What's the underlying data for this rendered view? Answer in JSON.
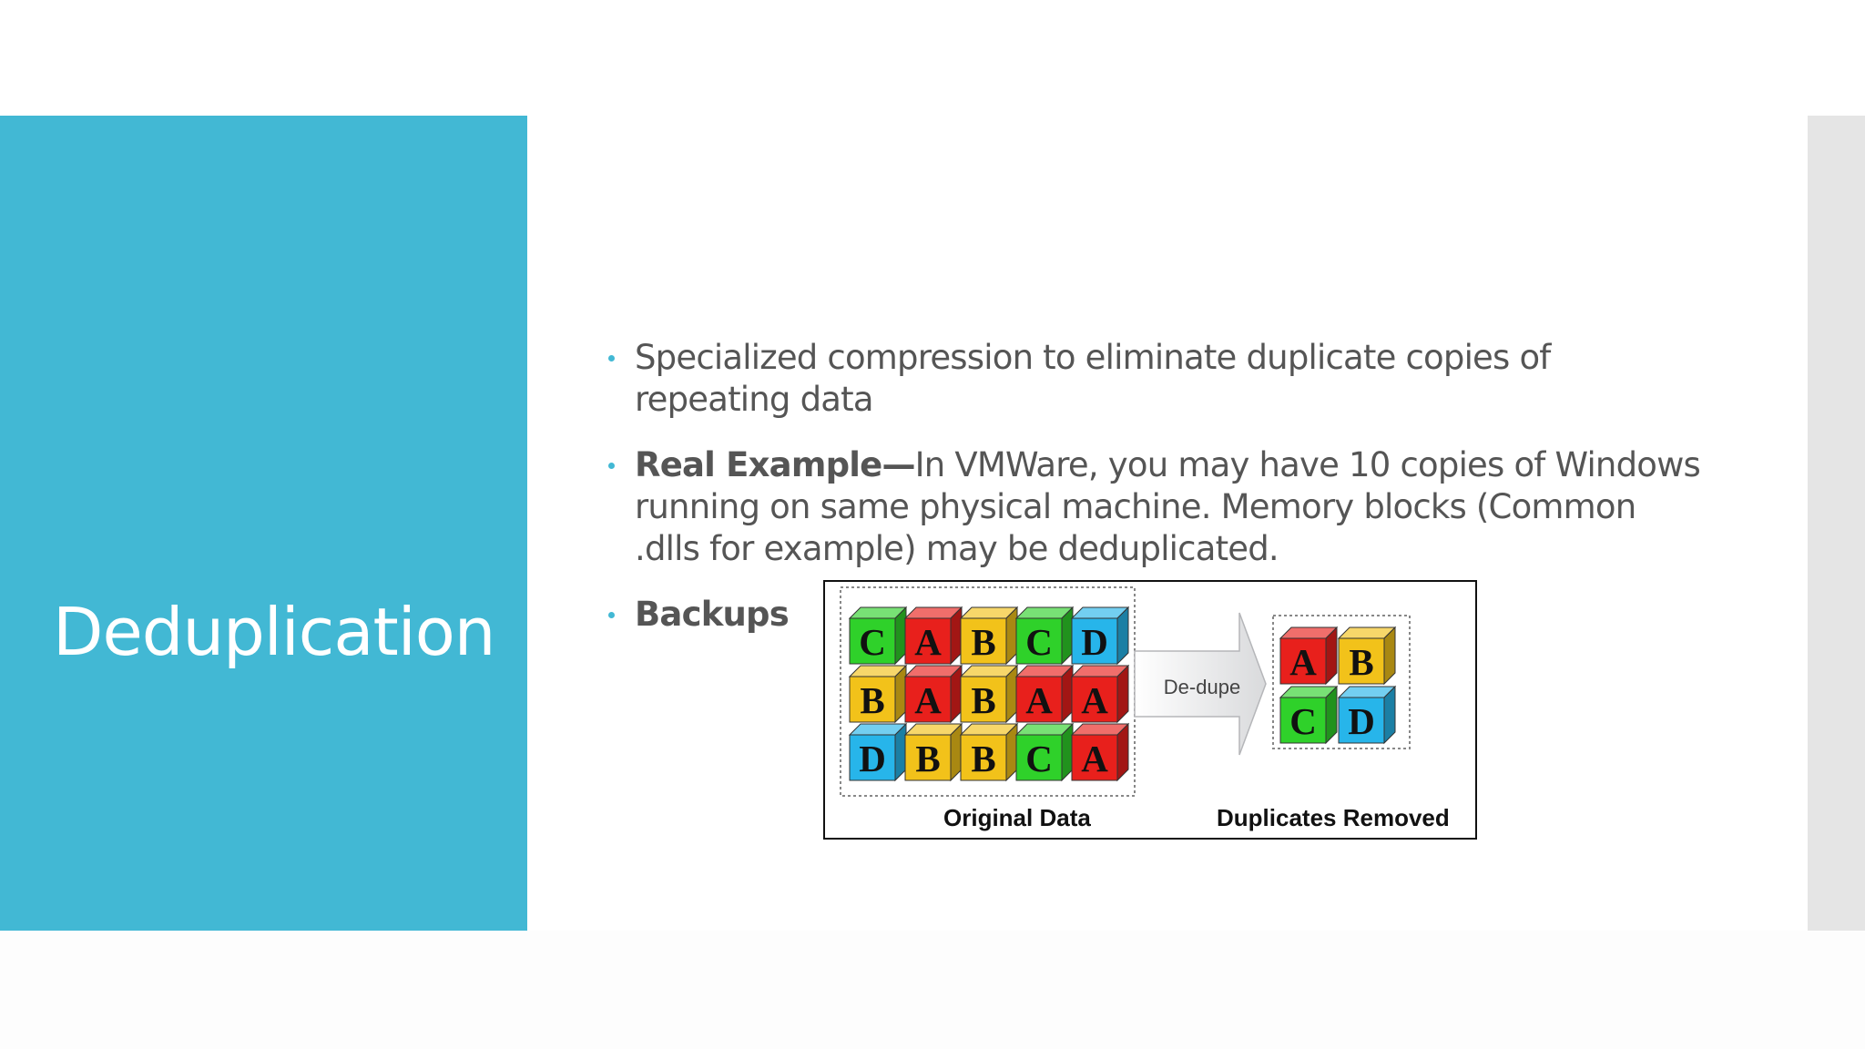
{
  "slide": {
    "title": "Deduplication",
    "bullets": [
      {
        "bold": "",
        "text": "Specialized compression to eliminate duplicate copies of repeating data"
      },
      {
        "bold": "Real Example—",
        "text": "In VMWare, you may have 10 copies of Windows running on same physical machine. Memory blocks (Common .dlls for example) may be deduplicated."
      },
      {
        "bold": "Backups",
        "text": ""
      }
    ]
  },
  "figure": {
    "original_label": "Original Data",
    "arrow_label": "De-dupe",
    "result_label": "Duplicates Removed",
    "original_grid": [
      [
        "C",
        "A",
        "B",
        "C",
        "D"
      ],
      [
        "B",
        "A",
        "B",
        "A",
        "A"
      ],
      [
        "D",
        "B",
        "B",
        "C",
        "A"
      ]
    ],
    "result_grid": [
      [
        "A",
        "B"
      ],
      [
        "C",
        "D"
      ]
    ],
    "colors": {
      "A": "#e8201c",
      "B": "#f2c21a",
      "C": "#2fd12a",
      "D": "#27b5ea"
    }
  },
  "colors": {
    "accent": "#42b8d4",
    "body_text": "#555555"
  }
}
